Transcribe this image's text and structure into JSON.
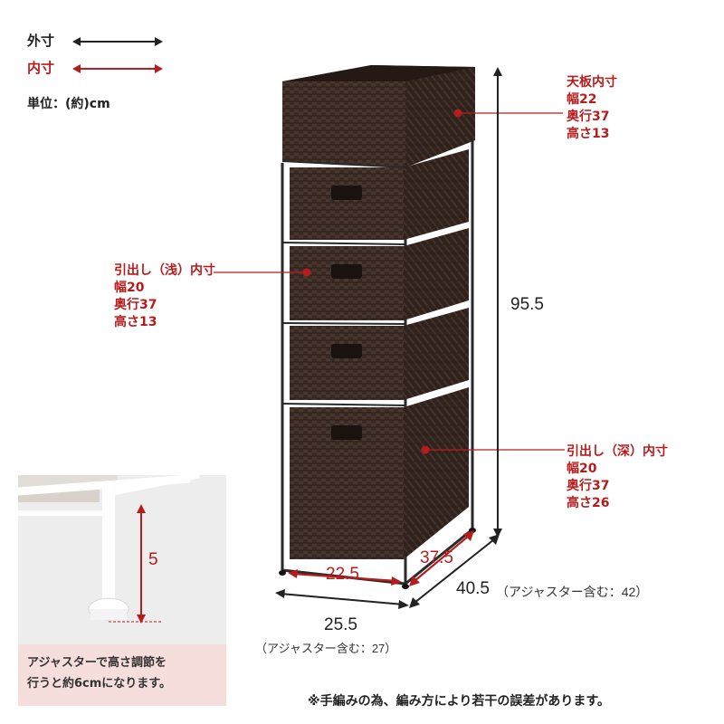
{
  "legend": {
    "outer_label": "外寸",
    "inner_label": "内寸",
    "unit_label": "単位：(約)cm"
  },
  "colors": {
    "accent": "#b71c1c",
    "rattan": "#3a2a24",
    "frame": "#2a2a2a",
    "inset_bg": "#ededee",
    "inset_caption_bg": "#f6dedd"
  },
  "top_box": {
    "title": "天板内寸",
    "width": "幅22",
    "depth": "奥行37",
    "height": "高さ13"
  },
  "shallow_drawer": {
    "title": "引出し（浅）内寸",
    "width": "幅20",
    "depth": "奥行37",
    "height": "高さ13"
  },
  "deep_drawer": {
    "title": "引出し（深）内寸",
    "width": "幅20",
    "depth": "奥行37",
    "height": "高さ26"
  },
  "dimensions": {
    "height": "95.5",
    "inner_width": "22.5",
    "inner_depth": "37.5",
    "outer_depth": "40.5",
    "outer_depth_note": "（アジャスター含む：42）",
    "outer_width": "25.5",
    "outer_width_note": "（アジャスター含む：27）"
  },
  "inset": {
    "adjuster_height": "5",
    "caption_line1": "アジャスターで高さ調節を",
    "caption_line2": "行うと約6cmになります。"
  },
  "footnote": "※手編みの為、編み方により若干の誤差があります。"
}
